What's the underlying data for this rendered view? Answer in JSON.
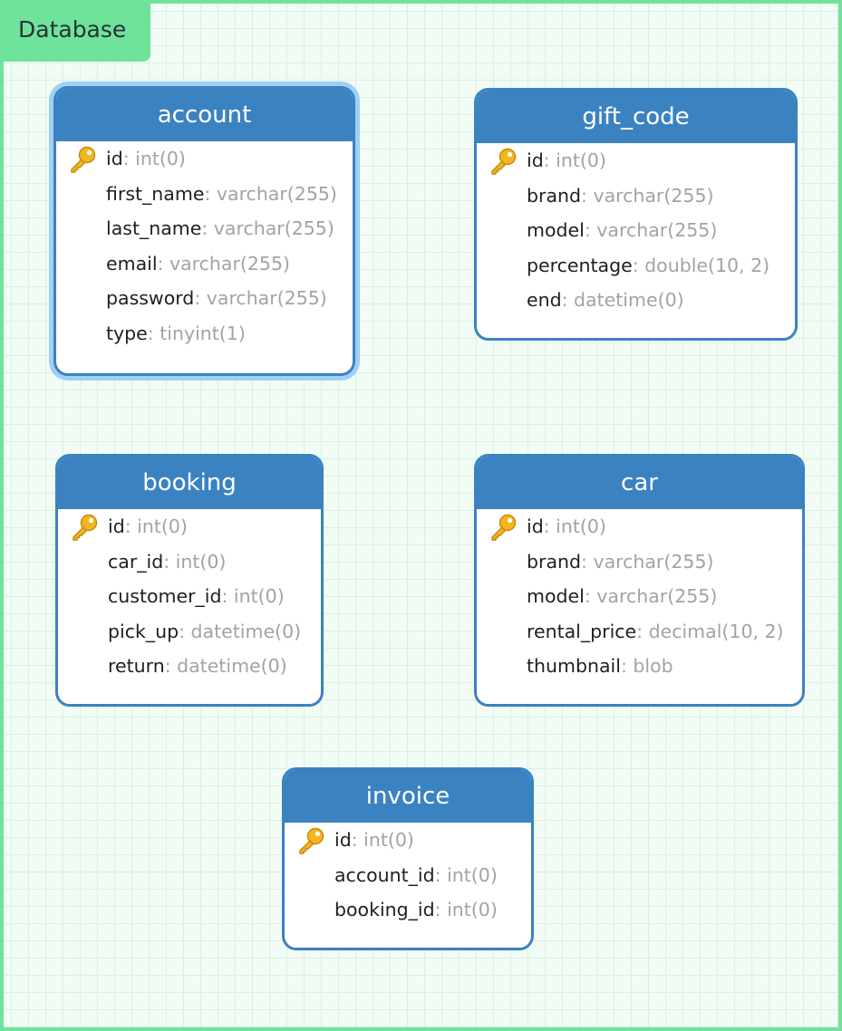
{
  "container": {
    "label": "Database"
  },
  "tables": {
    "account": {
      "name": "account",
      "fields": [
        {
          "name": "id",
          "type": ": int(0)",
          "pk": true
        },
        {
          "name": "first_name",
          "type": ": varchar(255)"
        },
        {
          "name": "last_name",
          "type": ": varchar(255)"
        },
        {
          "name": "email",
          "type": ": varchar(255)"
        },
        {
          "name": "password",
          "type": ": varchar(255)"
        },
        {
          "name": "type",
          "type": ": tinyint(1)"
        }
      ]
    },
    "gift_code": {
      "name": "gift_code",
      "fields": [
        {
          "name": "id",
          "type": ": int(0)",
          "pk": true
        },
        {
          "name": "brand",
          "type": ": varchar(255)"
        },
        {
          "name": "model",
          "type": ": varchar(255)"
        },
        {
          "name": "percentage",
          "type": ": double(10, 2)"
        },
        {
          "name": "end",
          "type": ": datetime(0)"
        }
      ]
    },
    "booking": {
      "name": "booking",
      "fields": [
        {
          "name": "id",
          "type": ": int(0)",
          "pk": true
        },
        {
          "name": "car_id",
          "type": ": int(0)"
        },
        {
          "name": "customer_id",
          "type": ": int(0)"
        },
        {
          "name": "pick_up",
          "type": ": datetime(0)"
        },
        {
          "name": "return",
          "type": ": datetime(0)"
        }
      ]
    },
    "car": {
      "name": "car",
      "fields": [
        {
          "name": "id",
          "type": ": int(0)",
          "pk": true
        },
        {
          "name": "brand",
          "type": ": varchar(255)"
        },
        {
          "name": "model",
          "type": ": varchar(255)"
        },
        {
          "name": "rental_price",
          "type": ": decimal(10, 2)"
        },
        {
          "name": "thumbnail",
          "type": ": blob"
        }
      ]
    },
    "invoice": {
      "name": "invoice",
      "fields": [
        {
          "name": "id",
          "type": ": int(0)",
          "pk": true
        },
        {
          "name": "account_id",
          "type": ": int(0)"
        },
        {
          "name": "booking_id",
          "type": ": int(0)"
        }
      ]
    }
  },
  "icons": {
    "primary_key": "key-icon"
  },
  "colors": {
    "header": "#3b82c1",
    "canvas_border": "#6fe39a",
    "selection": "#9fd0f5",
    "key": "#f2b61e"
  }
}
